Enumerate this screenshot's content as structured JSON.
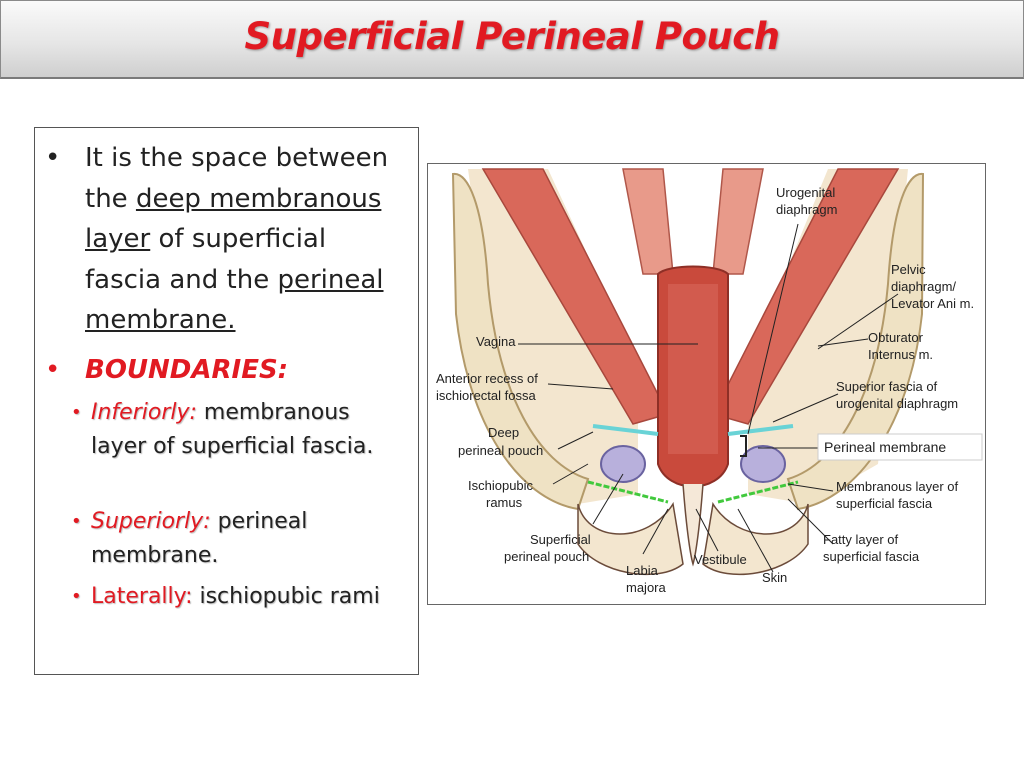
{
  "slide": {
    "title": "Superficial Perineal Pouch",
    "intro": {
      "seg1": "It is the space between the ",
      "link1": "deep membranous layer",
      "seg2": " of superficial fascia and the ",
      "link2": "perineal membrane.",
      "bullet_glyph": "•"
    },
    "boundaries_heading": "BOUNDARIES:",
    "boundaries": [
      {
        "label": "Inferiorly:",
        "text": " membranous layer of superficial fascia."
      },
      {
        "label": "Superiorly:",
        "text": " perineal membrane."
      },
      {
        "label": "Laterally:",
        "text": " ischiopubic rami"
      }
    ]
  },
  "figure": {
    "labels": {
      "urogenital_diaphragm_1": "Urogenital",
      "urogenital_diaphragm_2": "diaphragm",
      "pelvic_1": "Pelvic",
      "pelvic_2": "diaphragm/",
      "pelvic_3": "Levator Ani m.",
      "obturator_1": "Obturator",
      "obturator_2": "Internus m.",
      "vagina": "Vagina",
      "anterior_1": "Anterior recess of",
      "anterior_2": "ischiorectal fossa",
      "superior_fascia_1": "Superior fascia of",
      "superior_fascia_2": "urogenital diaphragm",
      "deep_1": "Deep",
      "deep_2": "perineal pouch",
      "perineal_membrane": "Perineal membrane",
      "ischio_1": "Ischiopubic",
      "ischio_2": "ramus",
      "membranous_1": "Membranous layer of",
      "membranous_2": "superficial fascia",
      "superficial_1": "Superficial",
      "superficial_2": "perineal pouch",
      "fatty_1": "Fatty layer of",
      "fatty_2": "superficial fascia",
      "labia_1": "Labia",
      "labia_2": "majora",
      "vestibule": "Vestibule",
      "skin": "Skin"
    }
  }
}
